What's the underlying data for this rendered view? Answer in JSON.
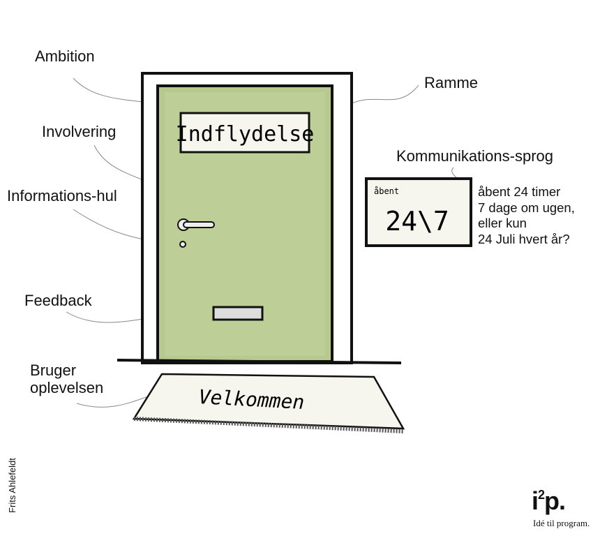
{
  "labels": {
    "ambition": "Ambition",
    "involvering": "Involvering",
    "informations_hul": "Informations-hul",
    "feedback": "Feedback",
    "bruger_line1": "Bruger",
    "bruger_line2": "oplevelsen",
    "ramme": "Ramme",
    "kommunikations_sprog": "Kommunikations-sprog"
  },
  "door_sign": "Indflydelse",
  "open_sign": {
    "top": "åbent",
    "main": "24\\7"
  },
  "mat_text": "Velkommen",
  "note": [
    "åbent 24 timer",
    "7 dage om ugen,",
    "eller kun",
    "24 Juli hvert år?"
  ],
  "credit": "Frits Ahlefeldt",
  "logo": {
    "main": "i",
    "sup": "2",
    "end": "p.",
    "tagline": "Idé til program."
  },
  "colors": {
    "door": "#b7c98f",
    "ink": "#111111",
    "paper": "#f7f6ee"
  }
}
